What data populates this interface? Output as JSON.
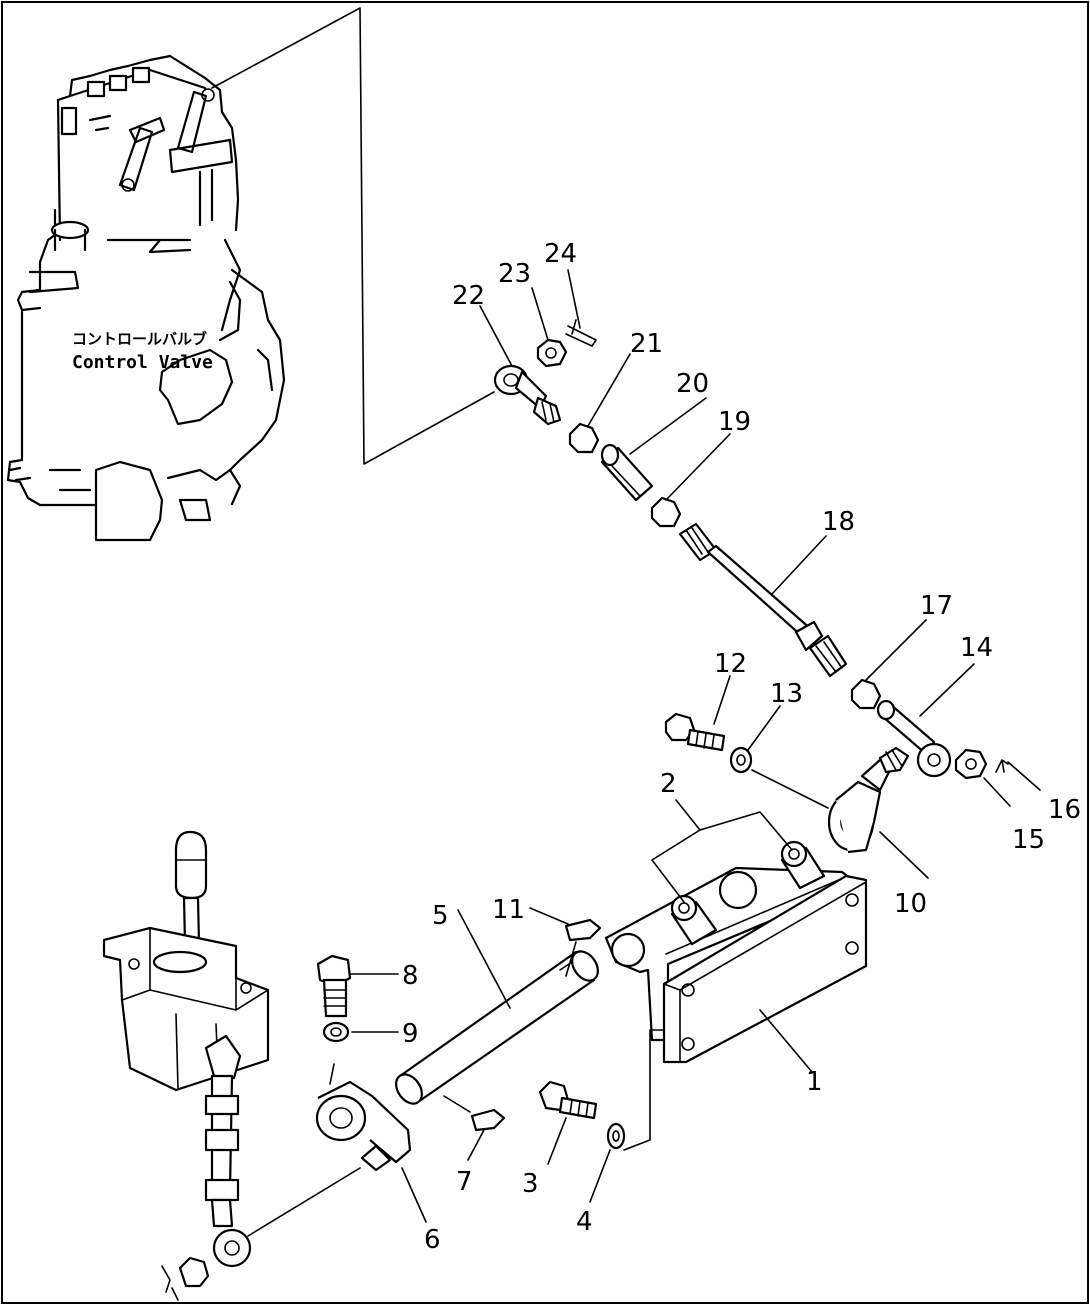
{
  "valve_label": {
    "jp": "コントロールバルブ",
    "en": "Control Valve"
  },
  "callouts": [
    {
      "n": "1"
    },
    {
      "n": "2"
    },
    {
      "n": "3"
    },
    {
      "n": "4"
    },
    {
      "n": "5"
    },
    {
      "n": "6"
    },
    {
      "n": "7"
    },
    {
      "n": "8"
    },
    {
      "n": "9"
    },
    {
      "n": "10"
    },
    {
      "n": "11"
    },
    {
      "n": "12"
    },
    {
      "n": "13"
    },
    {
      "n": "14"
    },
    {
      "n": "15"
    },
    {
      "n": "16"
    },
    {
      "n": "17"
    },
    {
      "n": "18"
    },
    {
      "n": "19"
    },
    {
      "n": "20"
    },
    {
      "n": "21"
    },
    {
      "n": "22"
    },
    {
      "n": "23"
    },
    {
      "n": "24"
    }
  ]
}
